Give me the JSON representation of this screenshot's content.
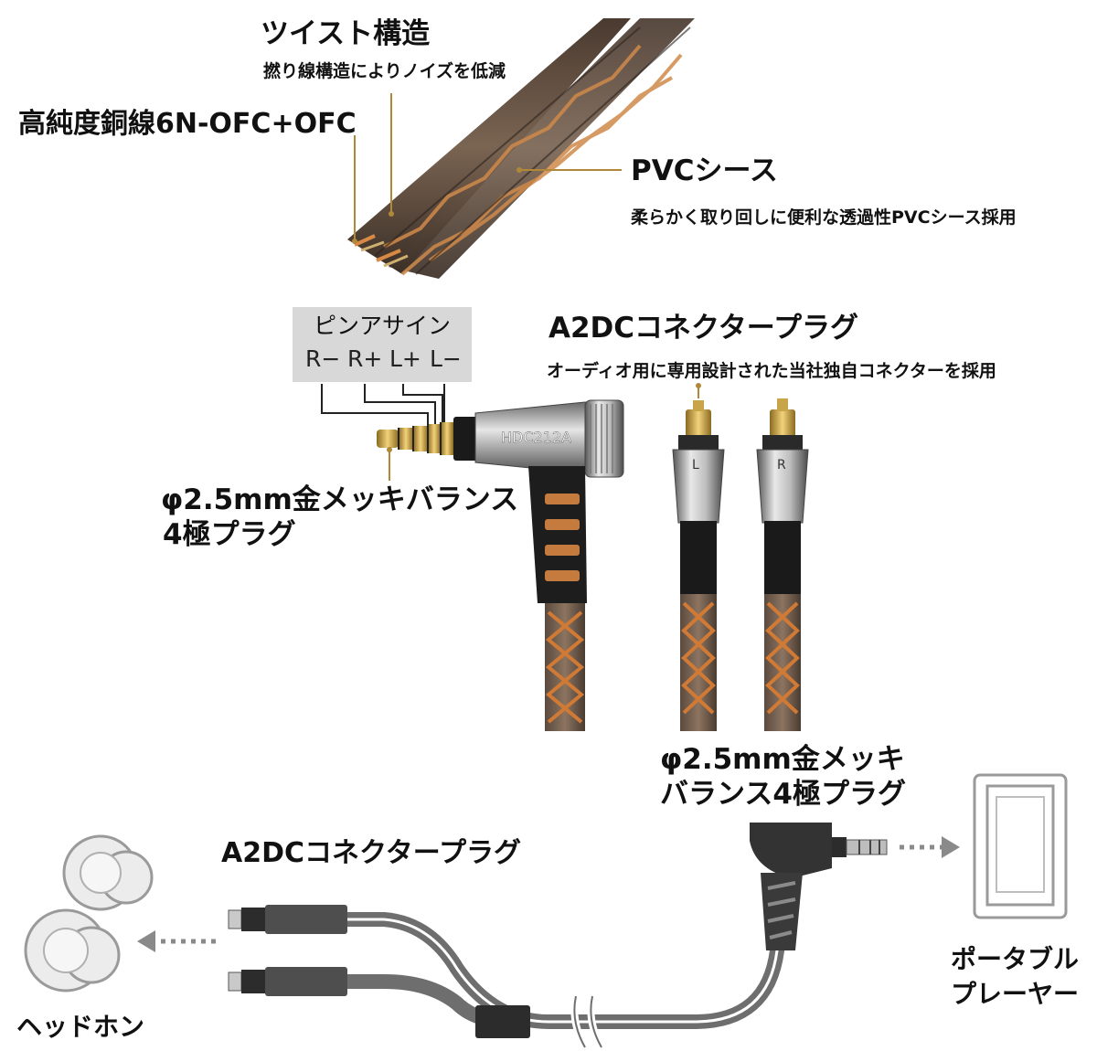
{
  "cable_features": {
    "twist": {
      "title": "ツイスト構造",
      "desc": "撚り線構造によりノイズを低減"
    },
    "conductor": {
      "title": "高純度銅線6N-OFC+OFC"
    },
    "sheath": {
      "title": "PVCシース",
      "desc": "柔らかく取り回しに便利な透過性PVCシース採用"
    }
  },
  "pin_assign": {
    "title": "ピンアサイン",
    "pins": [
      "R−",
      "R+",
      "L+",
      "L−"
    ]
  },
  "a2dc_connector": {
    "title": "A2DCコネクタープラグ",
    "desc": "オーディオ用に専用設計された当社独自コネクターを採用",
    "left_label": "L",
    "right_label": "R"
  },
  "plug_25": {
    "line1": "φ2.5mm金メッキバランス",
    "line2": "4極プラグ"
  },
  "plug_model": "HDC212A",
  "connection": {
    "plug_line1": "φ2.5mm金メッキ",
    "plug_line2": "バランス4極プラグ",
    "a2dc_label": "A2DCコネクタープラグ",
    "headphone_label": "ヘッドホン",
    "player_line1": "ポータブル",
    "player_line2": "プレーヤー"
  },
  "colors": {
    "copper": "#c8783a",
    "gray_cable": "#6e6e6e",
    "dark": "#2a2a2a",
    "label_bg": "#d8d8d8",
    "leader_line": "#b08838"
  }
}
